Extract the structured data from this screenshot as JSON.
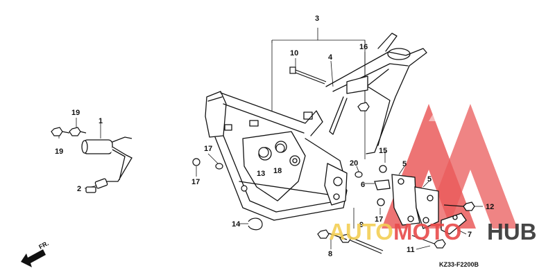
{
  "diagram": {
    "callouts": [
      "1",
      "2",
      "3",
      "4",
      "5",
      "5",
      "6",
      "7",
      "8",
      "9",
      "10",
      "11",
      "12",
      "13",
      "14",
      "15",
      "16",
      "17",
      "17",
      "17",
      "18",
      "19",
      "19",
      "20"
    ],
    "front_label": "FR.",
    "figure_code": "KZ33-F2200B"
  },
  "watermark": {
    "word_part1": "AUTO",
    "word_part2": "MOTO",
    "word_part3": "HUB",
    "colors": {
      "triangle": "#e84a4a",
      "auto": "#f3cf55",
      "moto": "#e84a4a",
      "hub": "#333333"
    }
  }
}
